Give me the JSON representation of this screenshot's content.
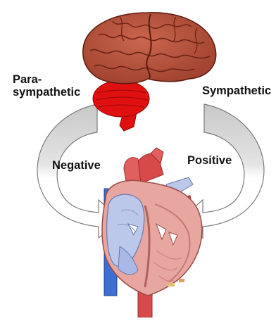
{
  "labels": {
    "para_line1": "Para-",
    "para_line2": "sympathetic",
    "sympathetic": "Sympathetic",
    "negative": "Negative",
    "positive": "Positive"
  },
  "colors": {
    "brain": "#b5523d",
    "brain_sulci": "#6e2214",
    "cerebellum": "#e01010",
    "arrow_fill": "#d2d2d2",
    "arrow_outline": "#7a7a7a",
    "heart_muscle": "#e8a6a0",
    "heart_blue": "#bcc8ea",
    "vessel_red": "#d84a4a",
    "vena_cava": "#3e6fd0"
  },
  "icons": [
    "brain-icon",
    "heart-icon"
  ]
}
